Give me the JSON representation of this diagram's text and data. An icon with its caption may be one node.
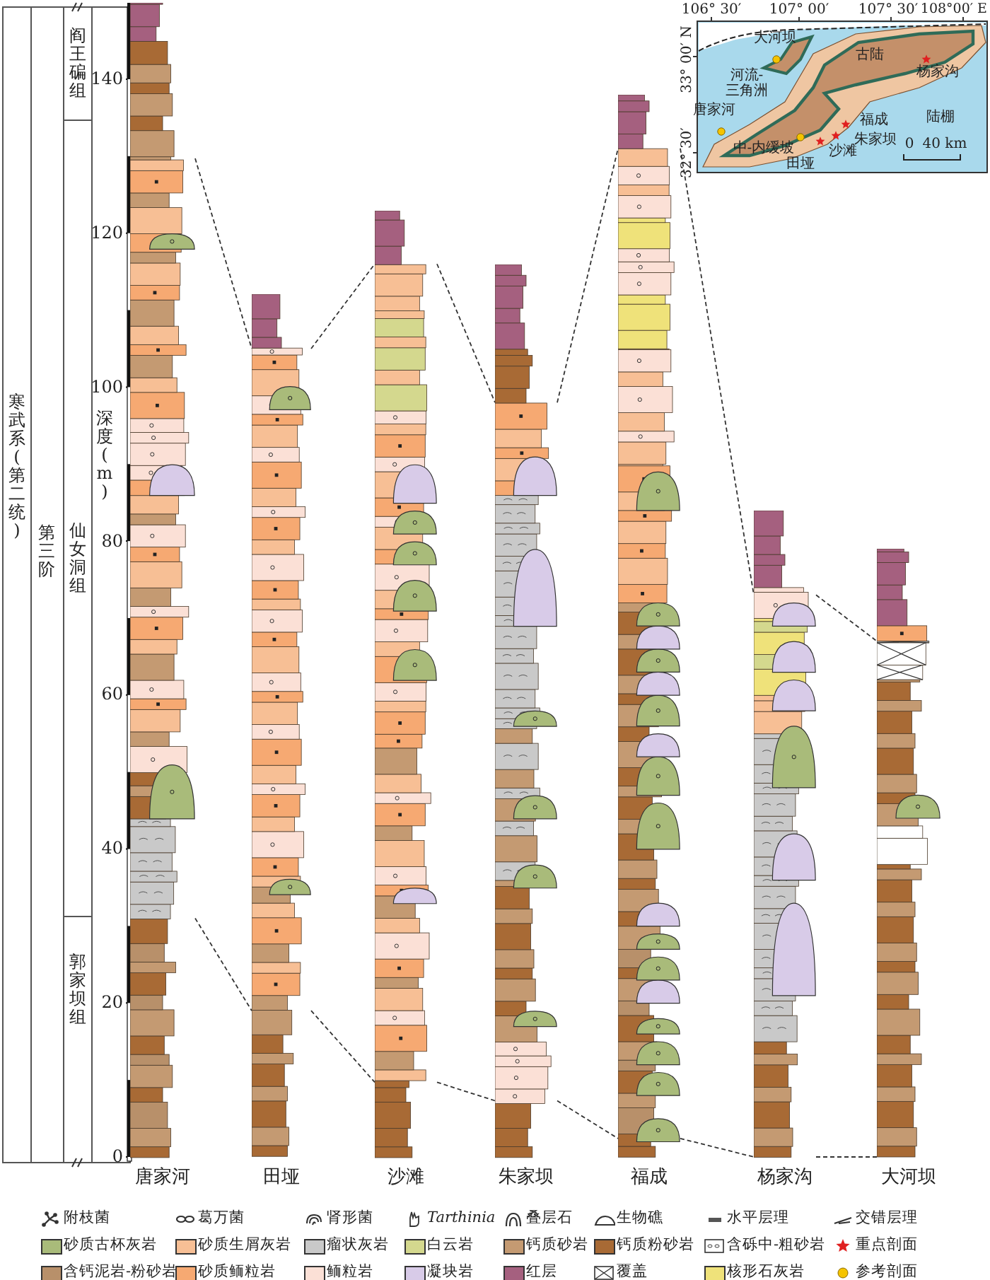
{
  "diagram": {
    "nodes": [
      {
        "text": [
          "唐家河"
        ]
      },
      {
        "text": [
          "田垭"
        ]
      },
      {
        "text": [
          "沙滩"
        ]
      },
      {
        "text": [
          "朱家坝"
        ]
      },
      {
        "text": [
          "福成"
        ]
      },
      {
        "text": [
          "杨家沟"
        ]
      },
      {
        "text": [
          "大河坝"
        ]
      }
    ],
    "edges": [
      {
        "from": 0,
        "to": 1,
        "arrow": "none",
        "style": "dashed"
      },
      {
        "from": 1,
        "to": 2,
        "arrow": "none",
        "style": "dashed"
      },
      {
        "from": 2,
        "to": 3,
        "arrow": "none",
        "style": "dashed"
      },
      {
        "from": 3,
        "to": 4,
        "arrow": "none",
        "style": "dashed"
      },
      {
        "from": 4,
        "to": 5,
        "arrow": "none",
        "style": "dashed"
      },
      {
        "from": 5,
        "to": 6,
        "arrow": "none",
        "style": "dashed"
      },
      {
        "from": 0,
        "to": 1,
        "arrow": "none",
        "style": "dashed"
      },
      {
        "from": 1,
        "to": 2,
        "arrow": "none",
        "style": "dashed"
      },
      {
        "from": 2,
        "to": 3,
        "arrow": "none",
        "style": "dashed"
      },
      {
        "from": 3,
        "to": 4,
        "arrow": "none",
        "style": "dashed"
      },
      {
        "from": 4,
        "to": 5,
        "arrow": "none",
        "style": "dashed"
      },
      {
        "from": 5,
        "to": 6,
        "arrow": "none",
        "style": "dashed"
      }
    ],
    "labels": [
      "106° 30′",
      "107° 00′",
      "107° 30′",
      "108°00′ E",
      "33° 00′ N",
      "大河坝",
      "古陆",
      "杨家沟",
      "河流-三角洲",
      "唐家河",
      "福成",
      "陆棚",
      "朱家坝",
      "32° 30′",
      "中-内缓坡",
      "沙滩",
      "田垭",
      "0",
      "40 km",
      "寒武系(第二统)",
      "第三阶",
      "阎王碥组",
      "仙女洞组",
      "郭家坝组",
      "深度(m)",
      "140",
      "120",
      "100",
      "80",
      "60",
      "40",
      "20",
      "0"
    ],
    "legend": [
      {
        "text": "附枝菌"
      },
      {
        "text": "葛万菌"
      },
      {
        "text": "肾形菌"
      },
      {
        "text": "Tarthinia"
      },
      {
        "text": "叠层石"
      },
      {
        "text": "生物礁"
      },
      {
        "text": "水平层理"
      },
      {
        "text": "交错层理"
      },
      {
        "text": "砂质古杯灰岩",
        "color": "#a9bb7a"
      },
      {
        "text": "砂质生屑灰岩",
        "color": "#f7bf95"
      },
      {
        "text": "瘤状灰岩",
        "color": "#c9c9c9"
      },
      {
        "text": "白云岩",
        "color": "#d4d88e"
      },
      {
        "text": "钙质砂岩",
        "color": "#c49a72"
      },
      {
        "text": "钙质粉砂岩",
        "color": "#a86a35"
      },
      {
        "text": "含砾中-粗砂岩"
      },
      {
        "text": "重点剖面"
      },
      {
        "text": "含钙泥岩-粉砂岩",
        "color": "#b8906a"
      },
      {
        "text": "砂质鲕粒岩",
        "color": "#f6a972"
      },
      {
        "text": "鲕粒岩",
        "color": "#fbe0d6"
      },
      {
        "text": "凝块岩",
        "color": "#d8cbe8"
      },
      {
        "text": "红层",
        "color": "#a5607f"
      },
      {
        "text": "覆盖"
      },
      {
        "text": "核形石灰岩",
        "color": "#efe27a"
      },
      {
        "text": "参考剖面"
      }
    ]
  }
}
